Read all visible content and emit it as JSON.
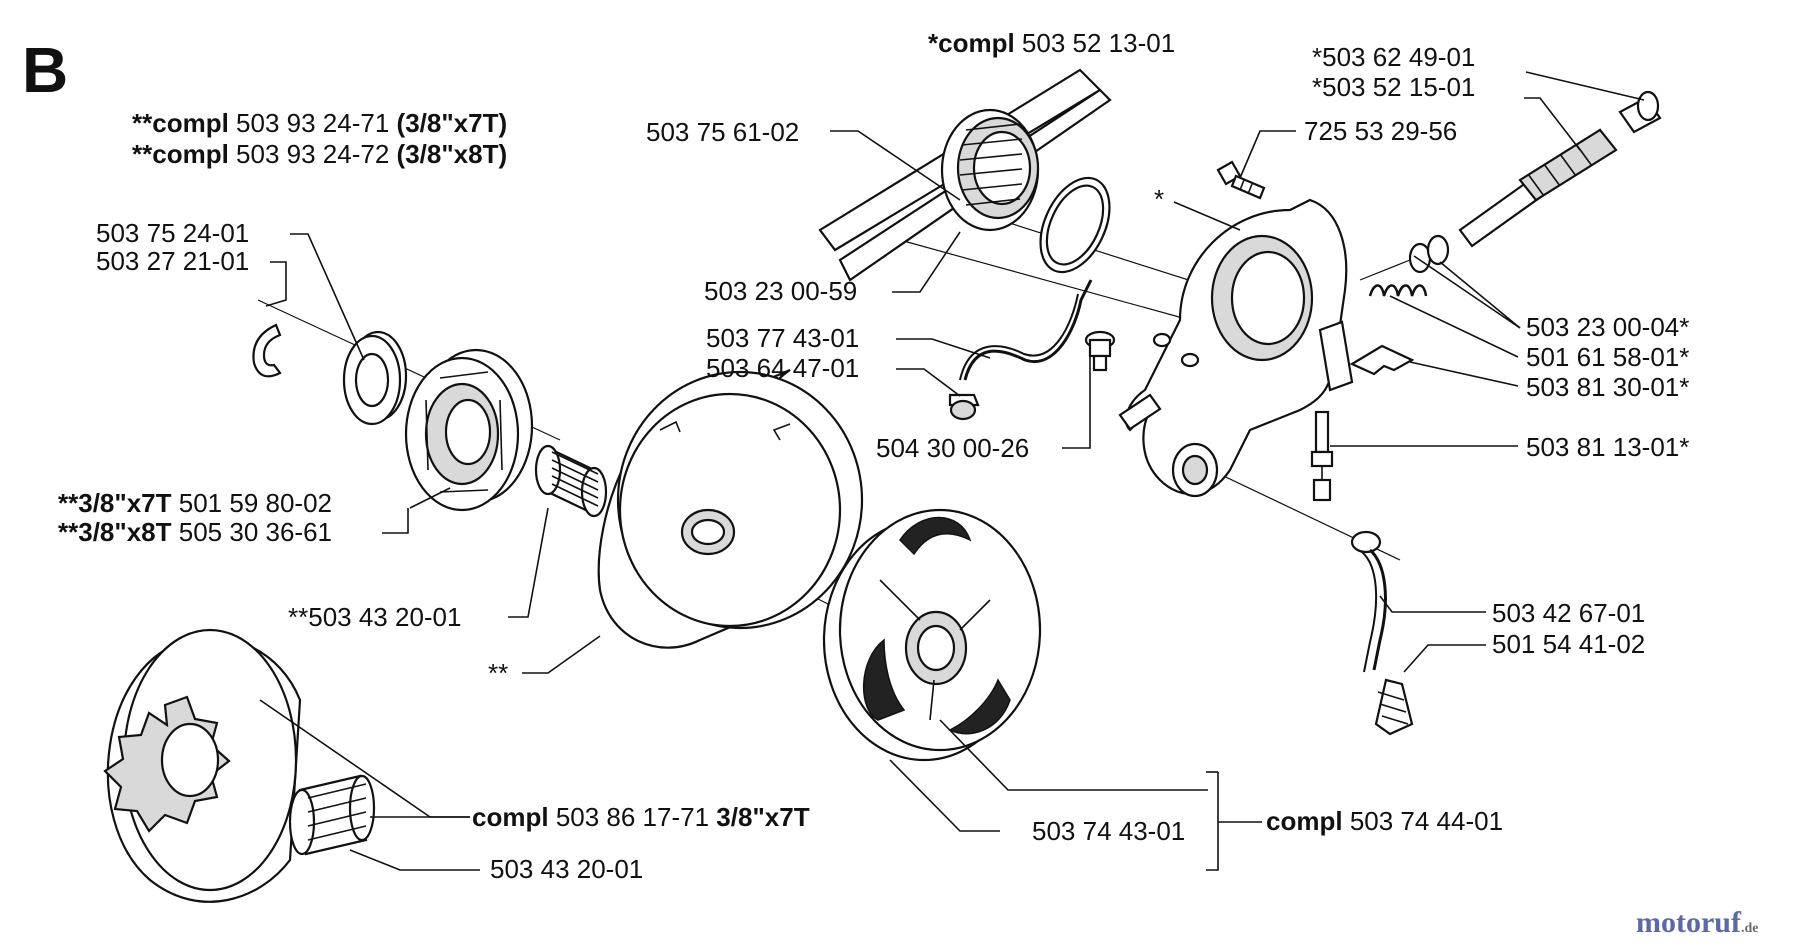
{
  "section_letter": "B",
  "watermark": {
    "brand": "motoruf",
    "tld": ".de"
  },
  "labels": {
    "compl_head": {
      "prefix": "*compl",
      "num": "503 52 13-01"
    },
    "compl_7t": {
      "prefix": "**compl",
      "num": "503 93 24-71",
      "suffix": "(3/8\"x7T)"
    },
    "compl_8t": {
      "prefix": "**compl",
      "num": "503 93 24-72",
      "suffix": "(3/8\"x8T)"
    },
    "p_75_61": "503 75 61-02",
    "p_75_24": "503 75 24-01",
    "p_27_21": "503 27 21-01",
    "p_23_00_59": "503 23 00-59",
    "p_77_43": "503 77 43-01",
    "p_64_47": "503 64 47-01",
    "p_30_00_26": "504 30 00-26",
    "rim_7t": {
      "prefix": "**3/8\"x7T",
      "num": "501 59 80-02"
    },
    "rim_8t": {
      "prefix": "**3/8\"x8T",
      "num": "505 30 36-61"
    },
    "p_43_20_star": "**503 43 20-01",
    "star2": "**",
    "drum_compl": {
      "prefix": "compl",
      "num": "503 86 17-71",
      "suffix": "3/8\"x7T"
    },
    "p_43_20": "503 43 20-01",
    "p_74_43": "503 74 43-01",
    "clutch_compl": {
      "prefix": "compl",
      "num": "503 74 44-01"
    },
    "p_62_49": "*503 62 49-01",
    "p_52_15": "*503 52 15-01",
    "p_725": "725 53 29-56",
    "star1": "*",
    "p_23_00_04": "503 23 00-04*",
    "p_61_58": "501 61 58-01*",
    "p_81_30": "503 81 30-01*",
    "p_81_13": "503 81 13-01*",
    "p_42_67": "503 42 67-01",
    "p_54_41": "501 54 41-02"
  }
}
